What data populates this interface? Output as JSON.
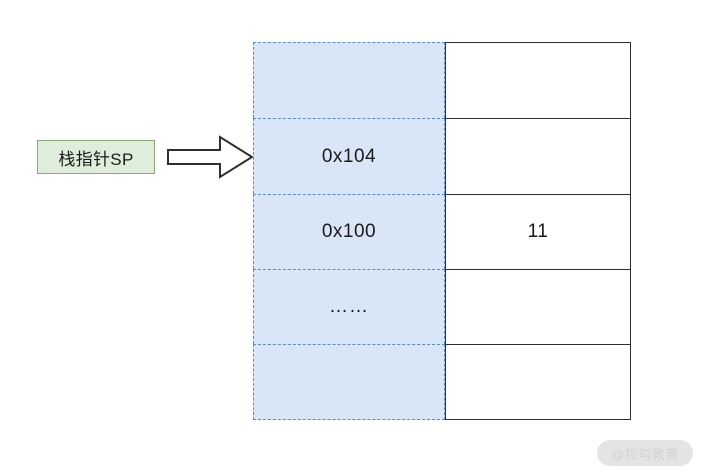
{
  "diagram": {
    "title": "stack-pointer-memory-layout",
    "pointer": {
      "label": "栈指针SP",
      "fill_color": "#dfeedb",
      "border_color": "#8aab77",
      "arrow_icon": "right-block-arrow-icon",
      "points_to_row_index": 1
    },
    "memory_table": {
      "address_column": {
        "fill_color": "#d9e6f7",
        "border_color": "#5b8ed1",
        "border_style": "dashed"
      },
      "value_column": {
        "fill_color": "#ffffff",
        "border_color": "#2f2f2f",
        "border_style": "solid"
      },
      "rows": [
        {
          "address": "",
          "value": ""
        },
        {
          "address": "0x104",
          "value": ""
        },
        {
          "address": "0x100",
          "value": "11"
        },
        {
          "address": "……",
          "value": ""
        },
        {
          "address": "",
          "value": ""
        }
      ]
    }
  },
  "watermark": {
    "text": "@拉勾教育"
  }
}
